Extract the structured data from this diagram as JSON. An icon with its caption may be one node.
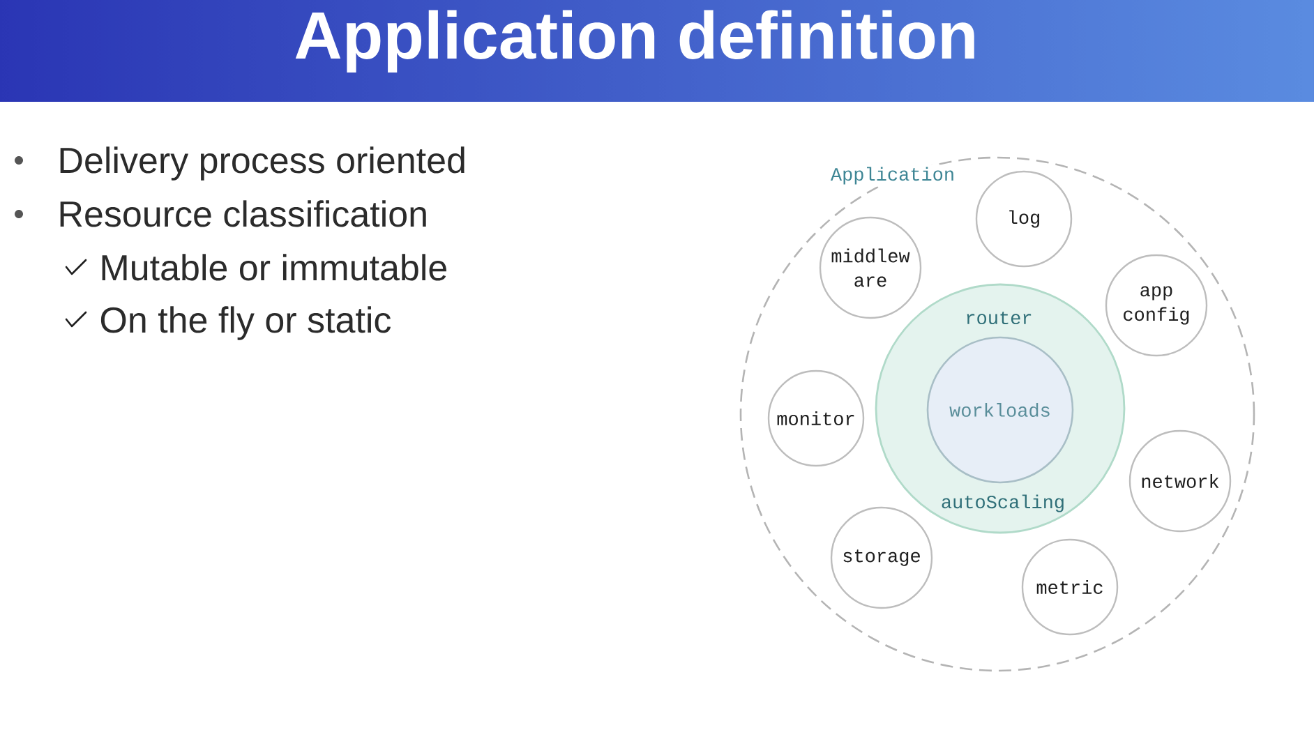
{
  "diagram": {
    "title": "Application definition",
    "nodes": [
      {
        "text": [
          "Application"
        ]
      },
      {
        "text": [
          "log"
        ],
        "in": 0
      },
      {
        "text": [
          "middlew are"
        ],
        "in": 0
      },
      {
        "text": [
          "app config"
        ],
        "in": 0
      },
      {
        "text": [
          "router",
          "autoScaling"
        ],
        "in": 0
      },
      {
        "text": [
          "workloads"
        ],
        "in": 4
      },
      {
        "text": [
          "monitor"
        ],
        "in": 0
      },
      {
        "text": [
          "network"
        ],
        "in": 0
      },
      {
        "text": [
          "storage"
        ],
        "in": 0
      },
      {
        "text": [
          "metric"
        ],
        "in": 0
      }
    ],
    "labels": [
      "Delivery process oriented",
      "Resource classification",
      "Mutable or immutable",
      "On the fly or static"
    ]
  }
}
